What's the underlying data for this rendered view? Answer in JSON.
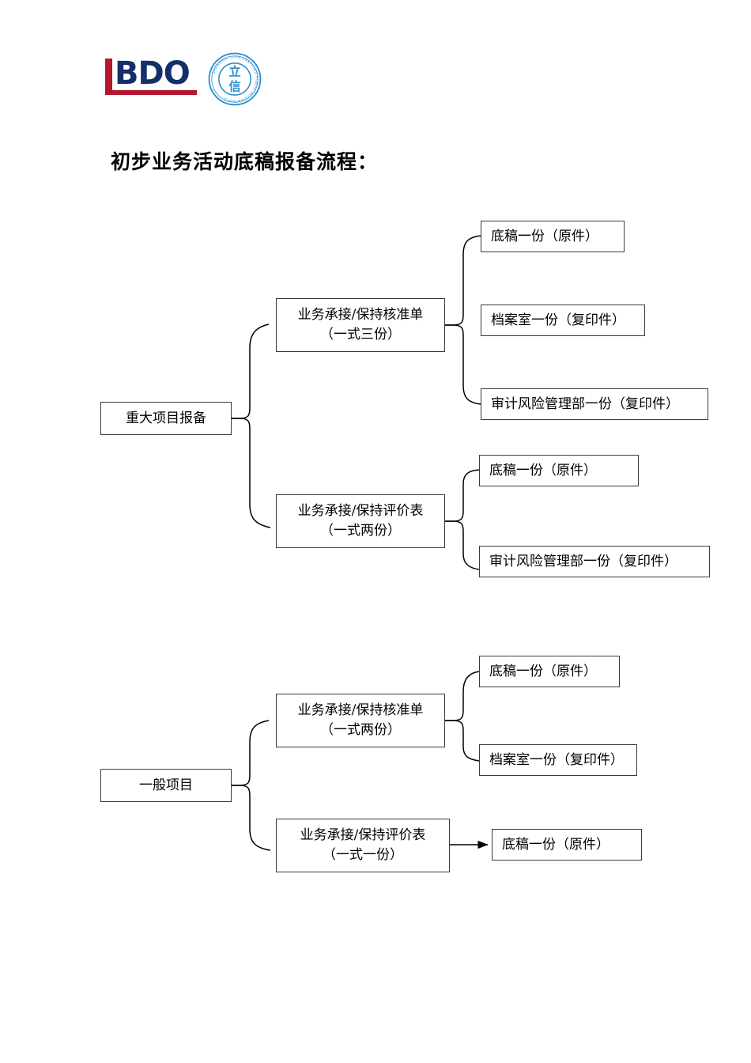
{
  "document": {
    "title": "初步业务活动底稿报备流程："
  },
  "header": {
    "bdo_logo_text": "BDO",
    "bdo_logo_red": "#b3182e",
    "bdo_logo_navy": "#13306b",
    "seal_color": "#2e8fd4",
    "seal_center_top": "立",
    "seal_center_bottom": "信",
    "seal_ring_text": "SHANGHAI LIXIN CERTIFIED PUBLIC ACCOUNTANTS"
  },
  "flow": {
    "sections": [
      {
        "id": "major-project",
        "root": {
          "label": "重大项目报备"
        },
        "branches": [
          {
            "id": "approval-form-3",
            "line1": "业务承接/保持核准单",
            "line2": "（一式三份）",
            "leaves": [
              {
                "label": "底稿一份（原件）"
              },
              {
                "label": "档案室一份（复印件）"
              },
              {
                "label": "审计风险管理部一份（复印件）"
              }
            ]
          },
          {
            "id": "evaluation-form-2",
            "line1": "业务承接/保持评价表",
            "line2": "（一式两份）",
            "leaves": [
              {
                "label": "底稿一份（原件）"
              },
              {
                "label": "审计风险管理部一份（复印件）"
              }
            ]
          }
        ]
      },
      {
        "id": "general-project",
        "root": {
          "label": "一般项目"
        },
        "branches": [
          {
            "id": "approval-form-2",
            "line1": "业务承接/保持核准单",
            "line2": "（一式两份）",
            "leaves": [
              {
                "label": "底稿一份（原件）"
              },
              {
                "label": "档案室一份（复印件）"
              }
            ]
          },
          {
            "id": "evaluation-form-1",
            "line1": "业务承接/保持评价表",
            "line2": "（一式一份）",
            "leaves": [
              {
                "label": "底稿一份（原件）"
              }
            ]
          }
        ]
      }
    ]
  }
}
